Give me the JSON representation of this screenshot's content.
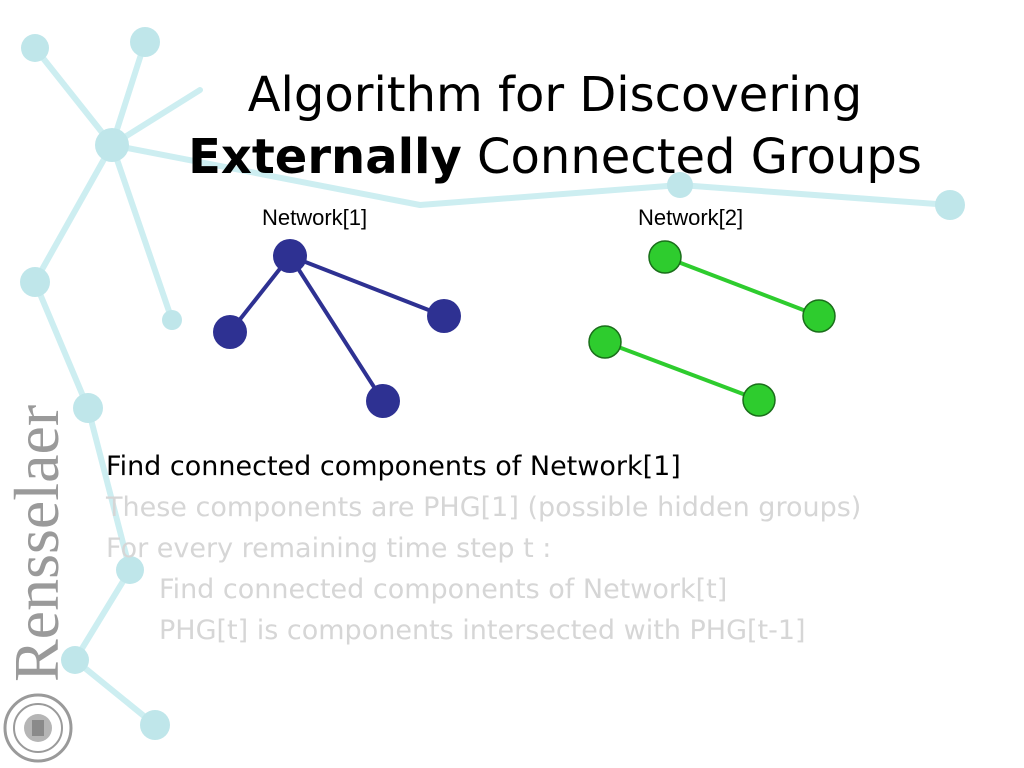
{
  "slide": {
    "title_line1": "Algorithm for Discovering",
    "title_bold": "Externally",
    "title_rest": " Connected Groups"
  },
  "networks": [
    {
      "label": "Network[1]",
      "color": "#2e3192",
      "nodes": 4,
      "edges": [
        [
          0,
          1
        ],
        [
          0,
          2
        ],
        [
          0,
          3
        ]
      ]
    },
    {
      "label": "Network[2]",
      "color": "#2ecc2e",
      "nodes": 4,
      "edges": [
        [
          0,
          1
        ],
        [
          2,
          3
        ]
      ]
    }
  ],
  "steps": [
    {
      "text": "Find connected components of Network[1]",
      "state": "active",
      "indent": 0
    },
    {
      "text": "These components are PHG[1] (possible hidden groups)",
      "state": "dim",
      "indent": 0
    },
    {
      "text": "For every remaining time step t :",
      "state": "dim",
      "indent": 0
    },
    {
      "text": "Find connected components of Network[t]",
      "state": "dim",
      "indent": 1
    },
    {
      "text": "PHG[t] is components intersected with PHG[t-1]",
      "state": "dim",
      "indent": 1
    }
  ],
  "branding": {
    "wordmark": "Rensselaer",
    "seal_icon": "institute-seal-icon"
  },
  "colors": {
    "network1": "#2e3192",
    "network2": "#2ecc2e",
    "node2_stroke": "#1a6e1a",
    "dim_text": "#d6d6d6",
    "decor": "#a9dbe0"
  }
}
